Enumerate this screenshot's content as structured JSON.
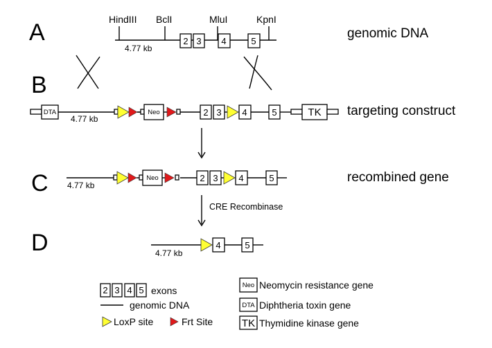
{
  "panels": {
    "a": "A",
    "b": "B",
    "c": "C",
    "d": "D"
  },
  "row_labels": {
    "a": "genomic DNA",
    "b": "targeting construct",
    "c": "recombined gene"
  },
  "sites": {
    "hindiii": "HindIII",
    "bcli": "BclI",
    "mlui": "MluI",
    "kpni": "KpnI"
  },
  "kb_label": "4.77 kb",
  "exons": {
    "e2": "2",
    "e3": "3",
    "e4": "4",
    "e5": "5"
  },
  "genes": {
    "neo": "Neo",
    "dta": "DTA",
    "tk": "TK"
  },
  "cre_label": "CRE Recombinase",
  "legend": {
    "exons_label": "exons",
    "genomic_label": "genomic DNA",
    "loxp_label": "LoxP site",
    "frt_label": "Frt Site",
    "neo_label": "Neomycin resistance gene",
    "dta_label": "Diphtheria toxin gene",
    "tk_label": "Thymidine kinase gene"
  },
  "colors": {
    "loxp": "#ffff33",
    "frt": "#e0191b"
  }
}
